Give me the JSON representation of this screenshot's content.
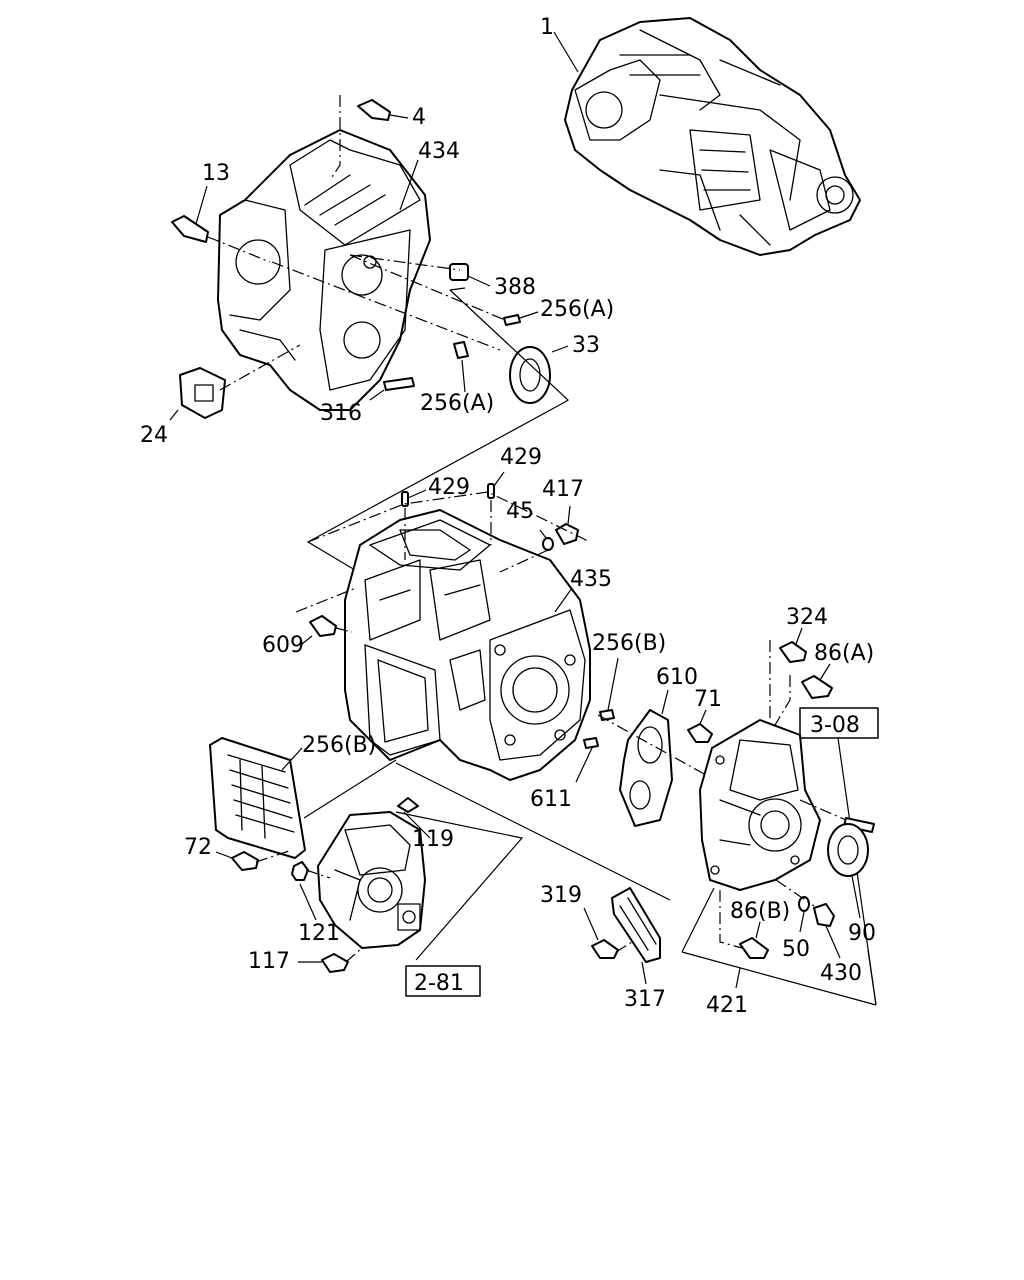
{
  "diagram": {
    "callouts": [
      "1",
      "4",
      "434",
      "13",
      "388",
      "256(A)",
      "33",
      "256(A)",
      "316",
      "24",
      "429",
      "429",
      "417",
      "45",
      "435",
      "609",
      "256(B)",
      "324",
      "86(A)",
      "610",
      "611",
      "71",
      "256(B)",
      "72",
      "119",
      "319",
      "86(B)",
      "90",
      "121",
      "50",
      "117",
      "430",
      "317",
      "421"
    ],
    "references": [
      "3-08",
      "2-81"
    ]
  }
}
